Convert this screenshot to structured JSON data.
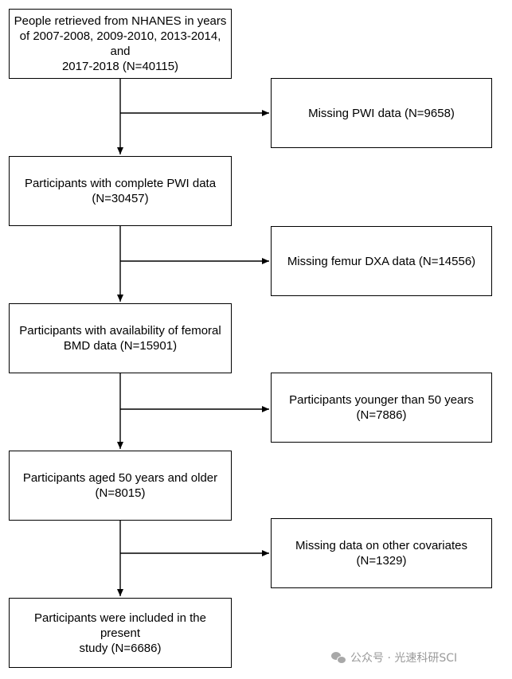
{
  "main_steps": [
    {
      "lines": [
        "People retrieved from NHANES in years",
        "of 2007-2008, 2009-2010, 2013-2014, and",
        "2017-2018 (N=40115)"
      ]
    },
    {
      "lines": [
        "Participants with complete PWI data",
        "(N=30457)"
      ]
    },
    {
      "lines": [
        "Participants with availability of femoral",
        "BMD data (N=15901)"
      ]
    },
    {
      "lines": [
        "Participants aged 50 years and older",
        "(N=8015)"
      ]
    },
    {
      "lines": [
        "Participants were included in the present",
        "study (N=6686)"
      ]
    }
  ],
  "exclusions": [
    {
      "lines": [
        "Missing PWI data (N=9658)"
      ]
    },
    {
      "lines": [
        "Missing femur DXA data (N=14556)"
      ]
    },
    {
      "lines": [
        "Participants younger than 50 years",
        "(N=7886)"
      ]
    },
    {
      "lines": [
        "Missing data on other covariates (N=1329)"
      ]
    }
  ],
  "watermark": {
    "text": "公众号 · 光速科研SCI"
  }
}
